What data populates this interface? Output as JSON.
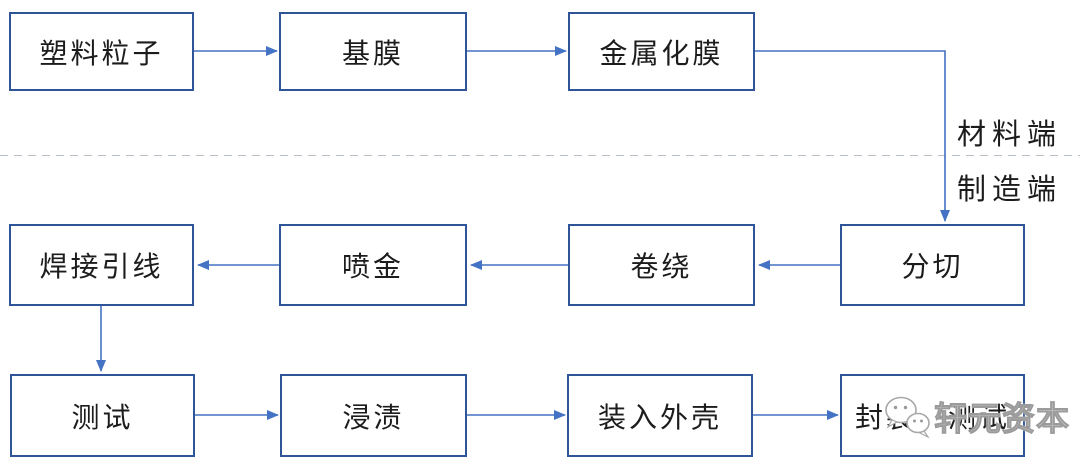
{
  "boxes": [
    {
      "id": "plastic-particles",
      "label": "塑料粒子"
    },
    {
      "id": "base-film",
      "label": "基膜"
    },
    {
      "id": "metallized-film",
      "label": "金属化膜"
    },
    {
      "id": "slitting",
      "label": "分切"
    },
    {
      "id": "winding",
      "label": "卷绕"
    },
    {
      "id": "metal-spraying",
      "label": "喷金"
    },
    {
      "id": "lead-welding",
      "label": "焊接引线"
    },
    {
      "id": "testing",
      "label": "测试"
    },
    {
      "id": "impregnation",
      "label": "浸渍"
    },
    {
      "id": "case-assembly",
      "label": "装入外壳"
    },
    {
      "id": "sealing-testing",
      "label": "封装、测试"
    }
  ],
  "divider": {
    "top_label": "材料端",
    "bottom_label": "制造端"
  },
  "watermark": {
    "icon": "wechat-chat-bubbles-icon",
    "text": "轩元资本"
  },
  "colors": {
    "box_border": "#2e5597",
    "arrow": "#4472c4",
    "divider_line": "#b7bec6",
    "text": "#1c1c1c",
    "watermark_text": "#cccccc"
  }
}
